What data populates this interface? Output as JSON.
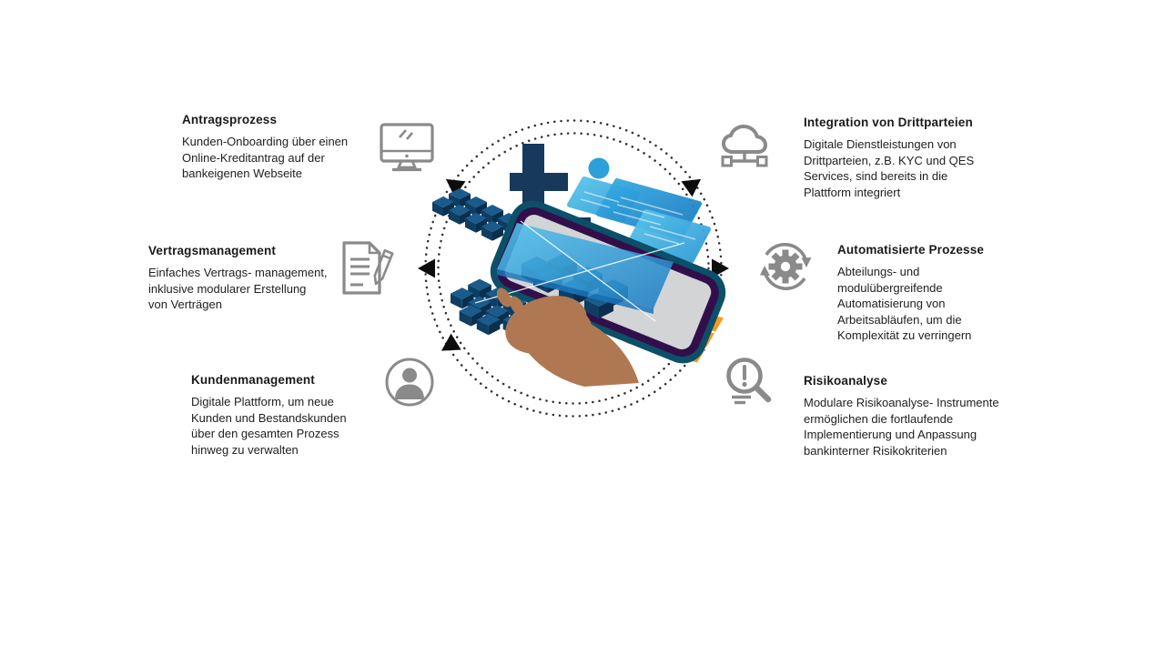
{
  "palette": {
    "text": "#1a1a1a",
    "text2": "#212121",
    "icon": "#8a8a8a",
    "arrow": "#0d0d0d",
    "dot": "#2e2e2e",
    "logo_navy": "#16395c",
    "logo_blue": "#2d9fd9",
    "navy_top": "#1a5b8c",
    "navy_left": "#0e3e63",
    "navy_right": "#0a2f4e",
    "white_top": "#f4f4f4",
    "white_left": "#e2e2e2",
    "white_right": "#cfcfcf",
    "orange": "#f7941e",
    "orange_light": "#fbae35",
    "screen_blue_light": "#53c3ee",
    "screen_blue_dark": "#1e7cc2",
    "phone_frame": "#0b5068",
    "phone_bezel": "#320f4a",
    "phone_screen": "#d2d4d6",
    "skin": "#b07852"
  },
  "features": [
    {
      "id": "antragsprozess",
      "title": "Antragsprozess",
      "lines": [
        "Kunden-Onboarding über einen",
        "Online-Kreditantrag auf der",
        "bankeigenen Webseite"
      ],
      "icon": "monitor-icon"
    },
    {
      "id": "vertragsmanagement",
      "title": "Vertragsmanagement",
      "lines": [
        "Einfaches Vertrags- management,",
        "inklusive modularer Erstellung",
        "von Verträgen"
      ],
      "icon": "document-pencil-icon"
    },
    {
      "id": "kundenmanagement",
      "title": "Kundenmanagement",
      "lines": [
        "Digitale Plattform, um neue",
        "Kunden und Bestandskunden",
        "über den gesamten Prozess",
        "hinweg zu verwalten"
      ],
      "icon": "user-icon"
    },
    {
      "id": "integration-von-drittparteien",
      "title": "Integration von Drittparteien",
      "lines": [
        "Digitale Dienstleistungen von",
        "Drittparteien, z.B. KYC und QES",
        "Services, sind bereits in die",
        "Plattform integriert"
      ],
      "icon": "cloud-network-icon"
    },
    {
      "id": "automatisierte-prozesse",
      "title": "Automatisierte Prozesse",
      "lines": [
        "Abteilungs- und",
        "modulübergreifende",
        "Automatisierung von",
        "Arbeitsabläufen, um die",
        "Komplexität zu verringern"
      ],
      "icon": "gear-sync-icon"
    },
    {
      "id": "risikoanalyse",
      "title": "Risikoanalyse",
      "lines": [
        "Modulare Risikoanalyse- Instrumente",
        "ermöglichen die fortlaufende",
        "Implementierung und Anpassung",
        "bankinterner Risikokriterien"
      ],
      "icon": "search-alert-icon"
    }
  ],
  "center": {
    "logo_letter": "t",
    "illustration": "hand-holding-smartphone-with-modular-blocks"
  }
}
